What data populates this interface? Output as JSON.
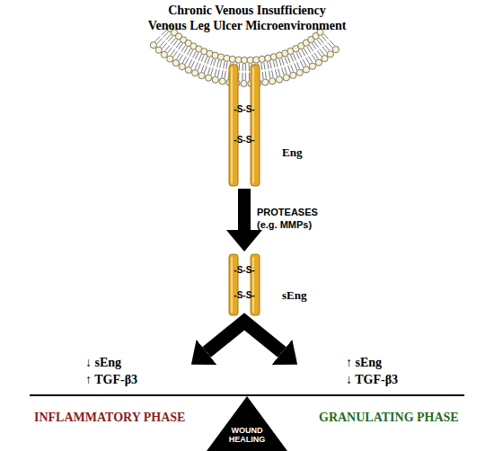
{
  "diagram": {
    "title": "Chronic Venous Insufficiency Venous Leg Ulcer Microenvironment",
    "nodes": [
      {
        "text": [
          "-S-S-",
          "-S-S-",
          "Eng"
        ]
      },
      {
        "text": [
          "-S-S-",
          "-S-S-",
          "sEng"
        ]
      },
      {
        "text": [
          "WOUND HEALING"
        ]
      }
    ],
    "edges": [
      {
        "from": 0,
        "to": 1,
        "arrow": "to",
        "label": "PROTEASES (e.g. MMPs)"
      }
    ],
    "labels": [
      "↓ sEng",
      "↑ TGF-β3",
      "↑ sEng",
      "↓ TGF-β3",
      "INFLAMMATORY PHASE",
      "GRANULATING PHASE"
    ]
  }
}
